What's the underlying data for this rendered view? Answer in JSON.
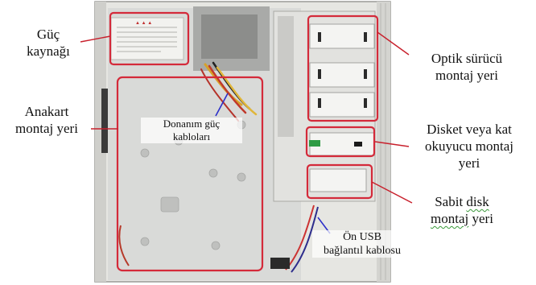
{
  "labels": {
    "guc_kaynagi": {
      "line1": "Güç",
      "line2": "kaynağı"
    },
    "anakart": {
      "line1": "Anakart",
      "line2": "montaj yeri"
    },
    "donanim": {
      "line1": "Donanım güç",
      "line2": "kabloları"
    },
    "optik": {
      "line1": "Optik sürücü",
      "line2": "montaj yeri"
    },
    "disket": {
      "line1": "Disket veya kat",
      "line2": "okuyucu montaj",
      "line3": "yeri"
    },
    "sabit_disk": {
      "line1_a": "Sabit ",
      "line1_b": "disk",
      "line2_a": "montaj",
      "line2_b": " yeri"
    },
    "usb": {
      "line1": "Ön USB",
      "line2": "bağlantıl kablosu"
    }
  },
  "colors": {
    "highlight": "#d42a3a",
    "pointer_red": "#c8202c",
    "pointer_blue": "#2b2fc9",
    "case_metal": "#d8d9d7",
    "case_frame": "#e9e9e6"
  },
  "icons": {
    "pointer_shape": "arrow-line"
  }
}
